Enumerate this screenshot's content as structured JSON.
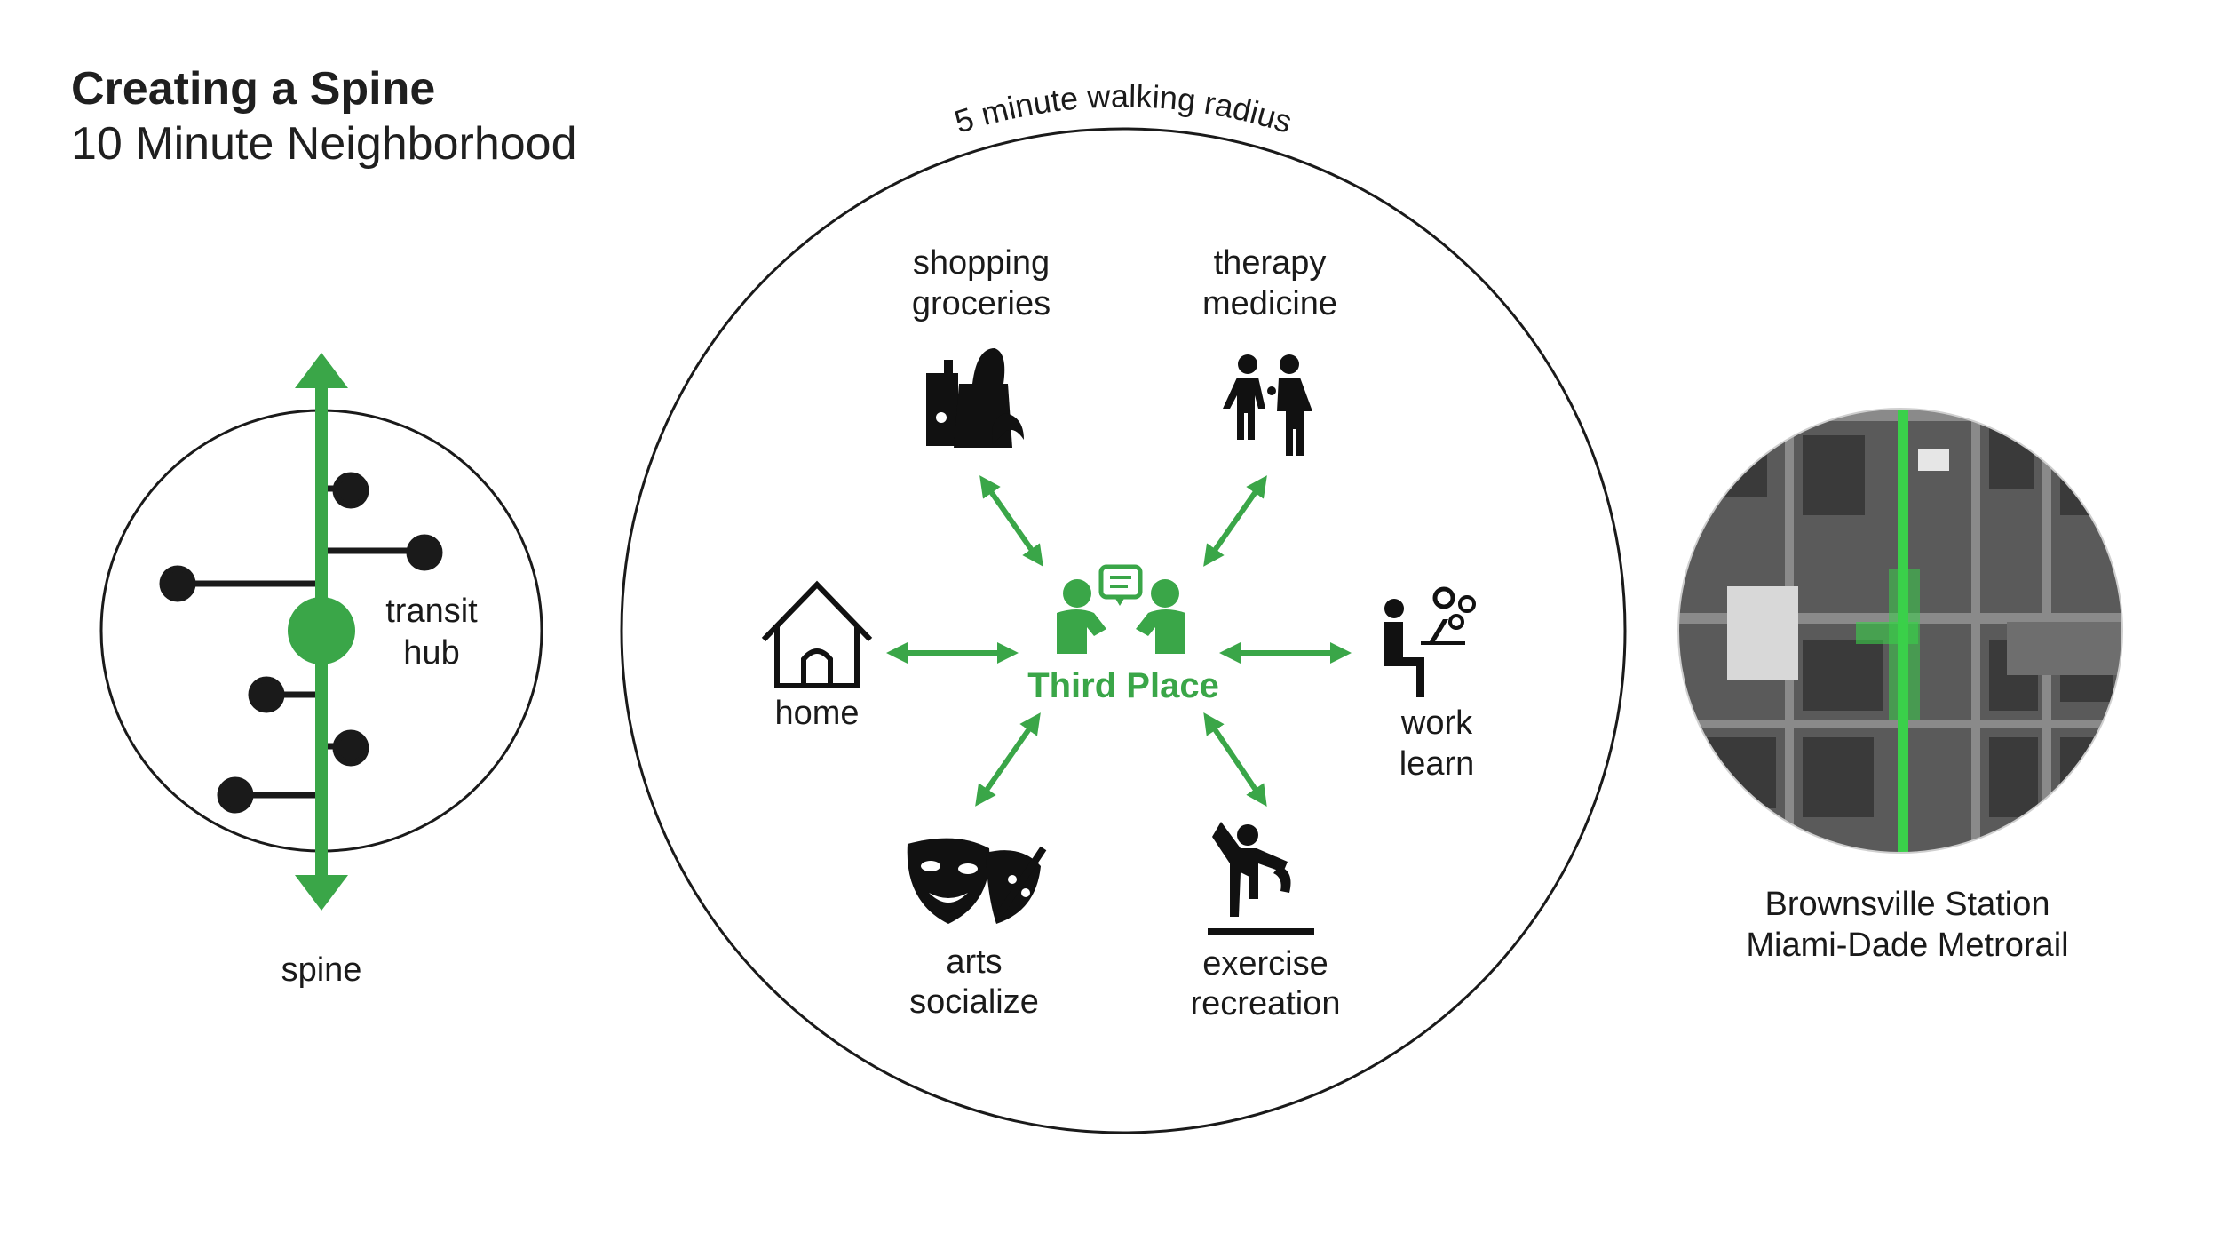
{
  "header": {
    "title": "Creating a Spine",
    "subtitle": "10 Minute Neighborhood"
  },
  "spine_diagram": {
    "hub_label_line1": "transit",
    "hub_label_line2": "hub",
    "spine_label": "spine"
  },
  "neighborhood": {
    "radius_label": "5 minute walking radius",
    "center_label": "Third Place",
    "nodes": {
      "shopping": [
        "shopping",
        "groceries"
      ],
      "therapy": [
        "therapy",
        "medicine"
      ],
      "home": [
        "home"
      ],
      "work": [
        "work",
        "learn"
      ],
      "arts": [
        "arts",
        "socialize"
      ],
      "exercise": [
        "exercise",
        "recreation"
      ]
    }
  },
  "station": {
    "line1": "Brownsville Station",
    "line2": "Miami-Dade Metrorail"
  },
  "colors": {
    "accent_green": "#3aa648",
    "ink": "#1a1a1a",
    "circle_stroke": "#1a1a1a"
  },
  "icons": [
    "groceries-icon",
    "therapy-icon",
    "house-icon",
    "third-place-people-icon",
    "work-icon",
    "arts-masks-icon",
    "exercise-icon"
  ]
}
